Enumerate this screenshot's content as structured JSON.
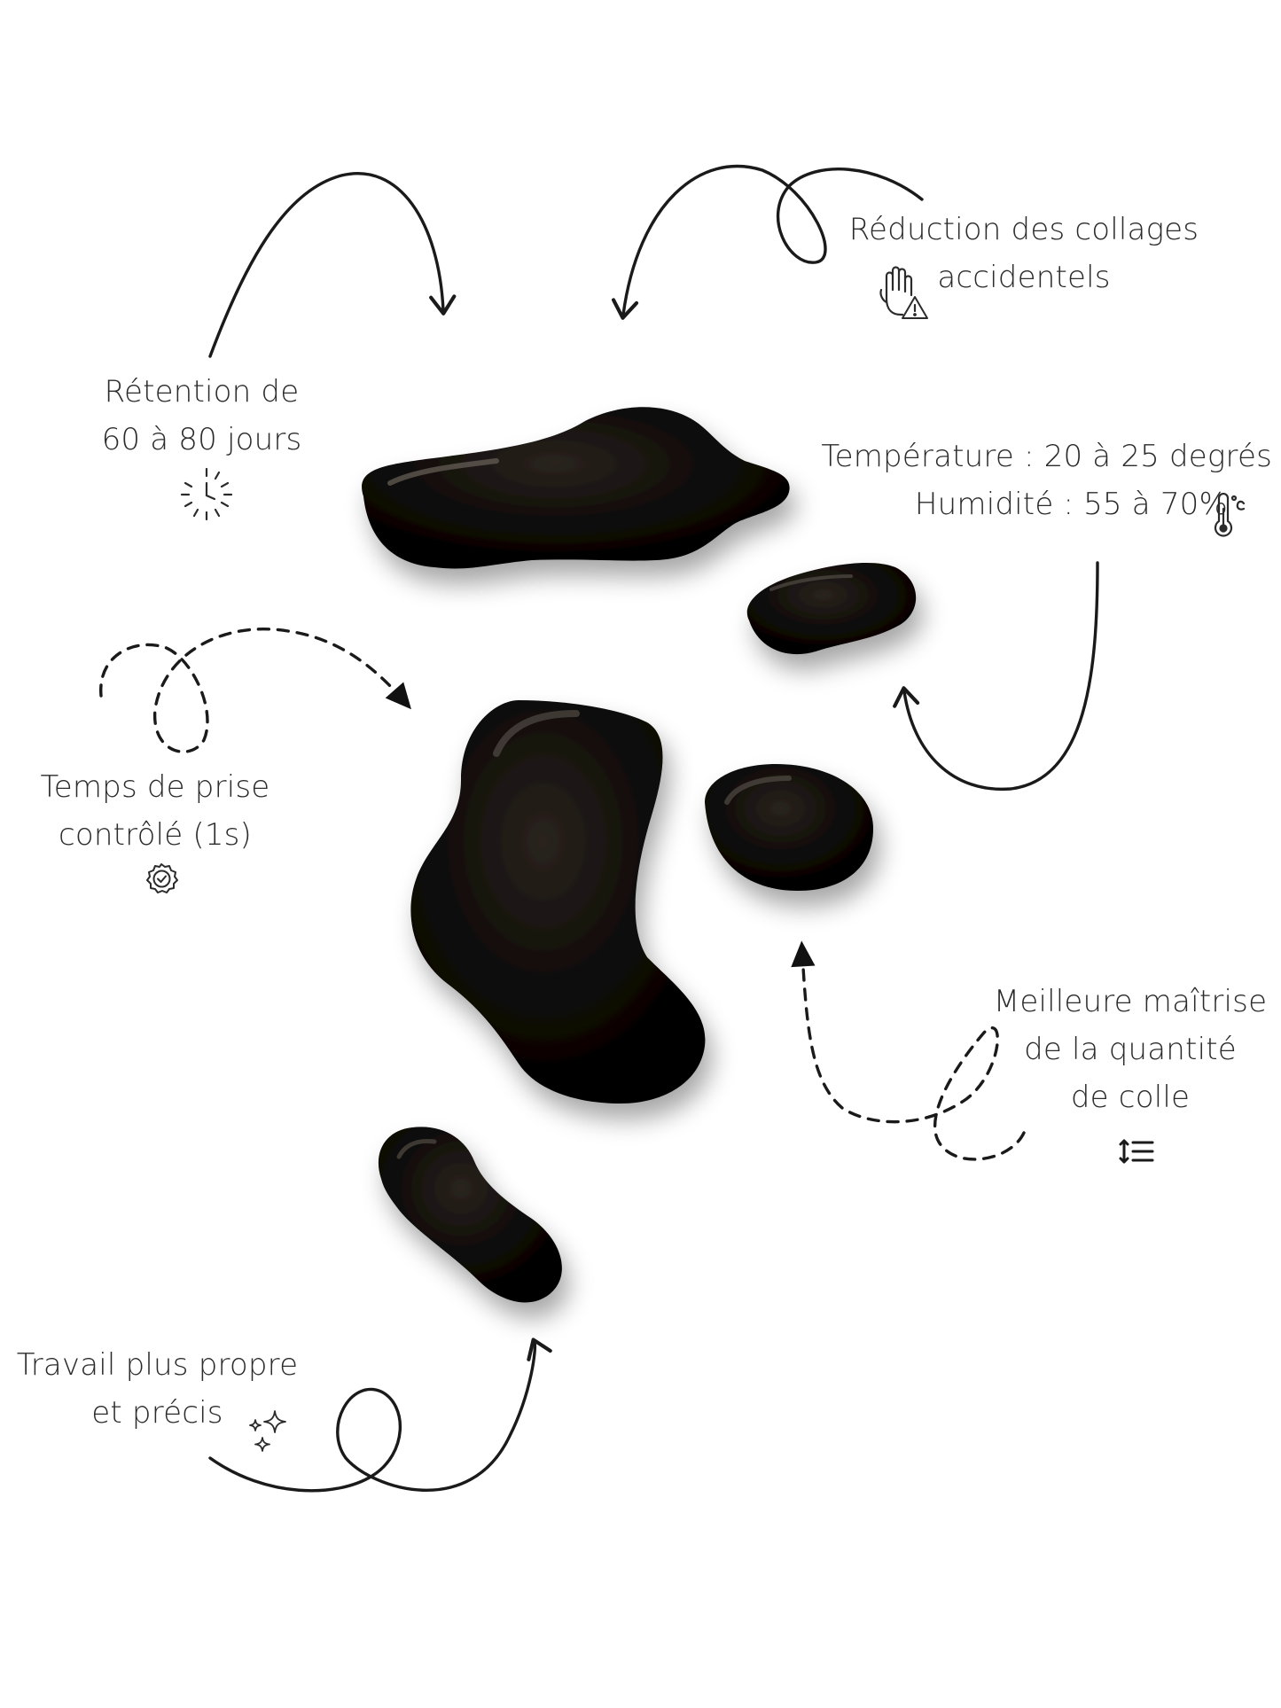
{
  "colors": {
    "background": "#ffffff",
    "text": "#2b2b2b",
    "droplet": "#0b0907",
    "arrow": "#1a1a1a"
  },
  "annotations": {
    "retention": {
      "line1": "Rétention de",
      "line2": "60 à 80 jours",
      "icon": "clock-dashed-icon"
    },
    "reduction": {
      "line1": "Réduction des collages",
      "line2": "accidentels",
      "icon": "hand-warning-icon"
    },
    "climate": {
      "line1": "Température : 20 à 25 degrés",
      "line2": "Humidité : 55 à 70%",
      "icon": "thermometer-icon"
    },
    "setting_time": {
      "line1": "Temps de prise",
      "line2": "contrôlé (1s)",
      "icon": "verified-badge-icon"
    },
    "quantity": {
      "line1": "Meilleure maîtrise",
      "line2": "de la quantité",
      "line3": "de colle",
      "icon": "line-height-icon"
    },
    "clean_work": {
      "line1": "Travail plus propre",
      "line2": "et précis",
      "icon": "sparkles-icon"
    }
  }
}
